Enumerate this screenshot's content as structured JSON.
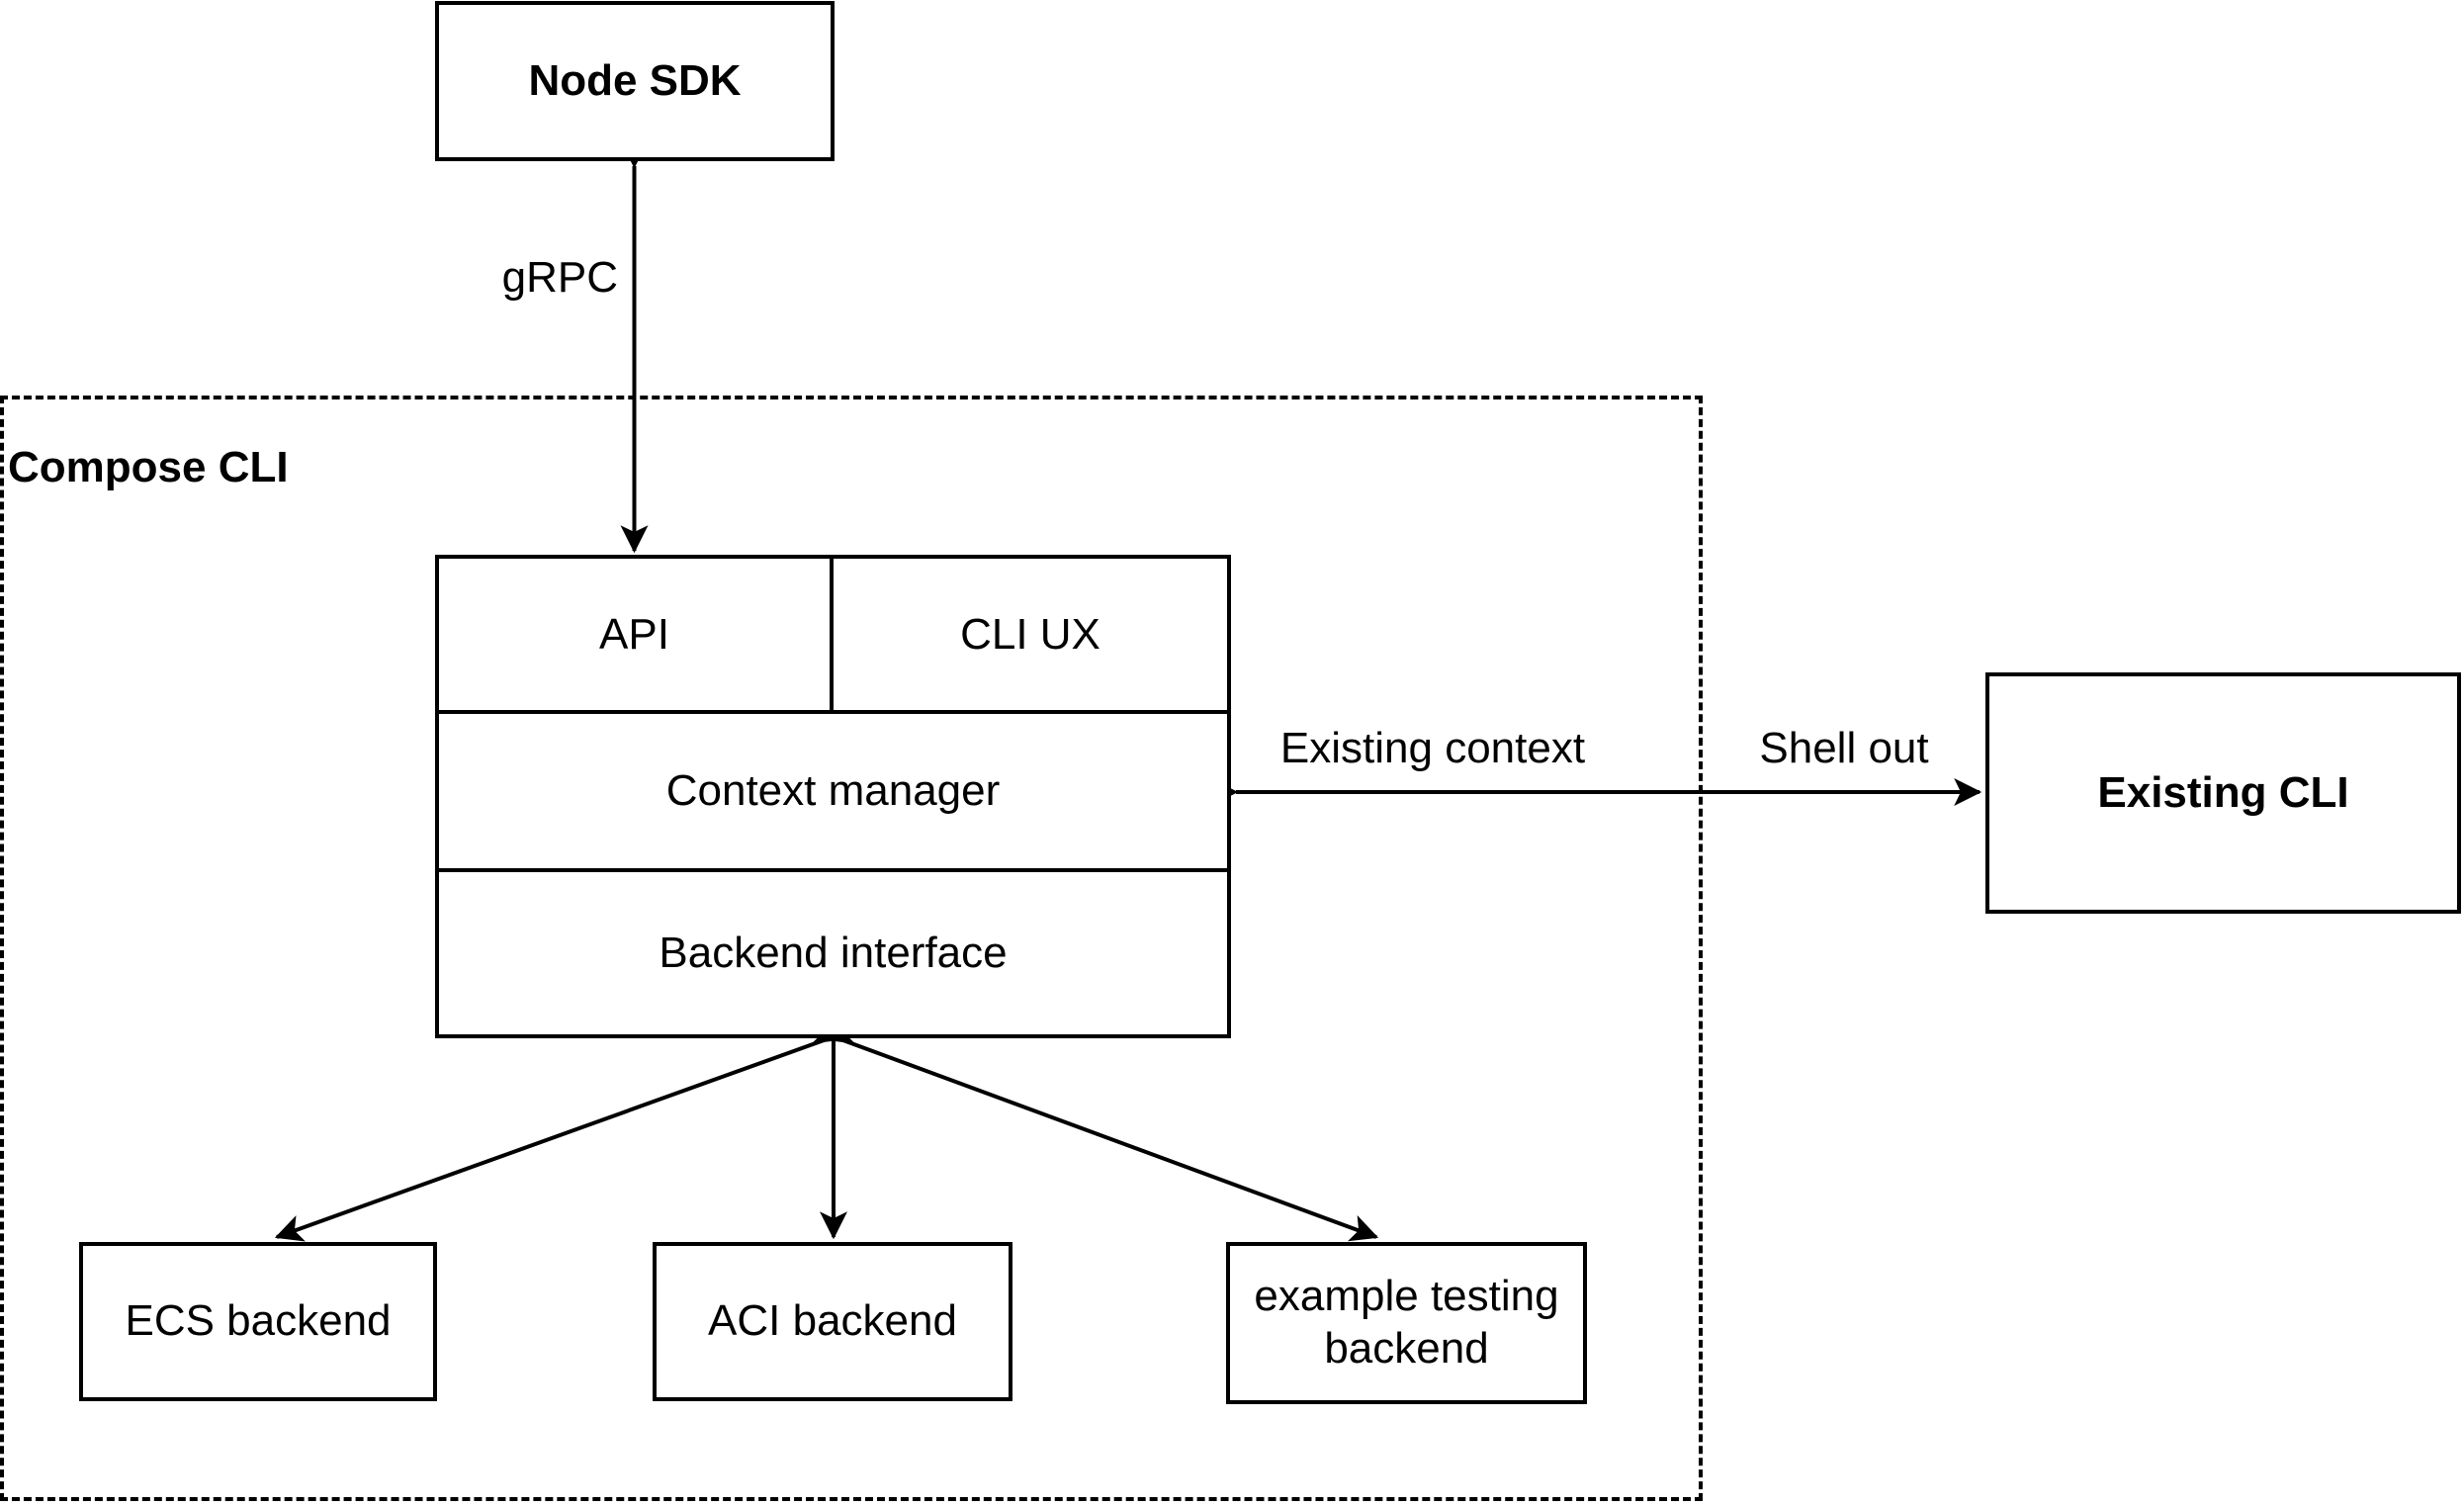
{
  "diagram": {
    "title_nodes": {
      "node_sdk": "Node SDK",
      "existing_cli": "Existing CLI"
    },
    "container": {
      "label": "Compose CLI"
    },
    "stack": {
      "api": "API",
      "cli_ux": "CLI UX",
      "context_manager": "Context manager",
      "backend_interface": "Backend interface"
    },
    "backends": {
      "ecs": "ECS backend",
      "aci": "ACI backend",
      "example": "example testing backend"
    },
    "edge_labels": {
      "grpc": "gRPC",
      "existing_context": "Existing context",
      "shell_out": "Shell out"
    },
    "colors": {
      "stroke": "#000000",
      "background": "#ffffff"
    }
  }
}
